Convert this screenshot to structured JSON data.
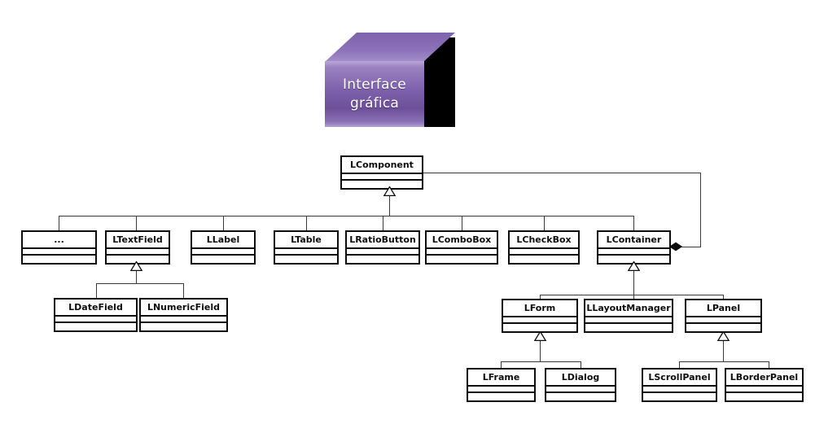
{
  "diagram": {
    "title_block": {
      "line1": "Interface",
      "line2": "gráfica",
      "color": "#7d60ac"
    },
    "root": {
      "name": "LComponent"
    },
    "level2": [
      {
        "name": "..."
      },
      {
        "name": "LTextField"
      },
      {
        "name": "LLabel"
      },
      {
        "name": "LTable"
      },
      {
        "name": "LRatioButton"
      },
      {
        "name": "LComboBox"
      },
      {
        "name": "LCheckBox"
      },
      {
        "name": "LContainer"
      }
    ],
    "textfield_children": [
      {
        "name": "LDateField"
      },
      {
        "name": "LNumericField"
      }
    ],
    "container_children": [
      {
        "name": "LForm"
      },
      {
        "name": "LLayoutManager"
      },
      {
        "name": "LPanel"
      }
    ],
    "form_children": [
      {
        "name": "LFrame"
      },
      {
        "name": "LDialog"
      }
    ],
    "panel_children": [
      {
        "name": "LScrollPanel"
      },
      {
        "name": "LBorderPanel"
      }
    ],
    "relations": {
      "generalization": "inheritance-hollow-triangle",
      "composition": "composition-filled-diamond"
    }
  }
}
